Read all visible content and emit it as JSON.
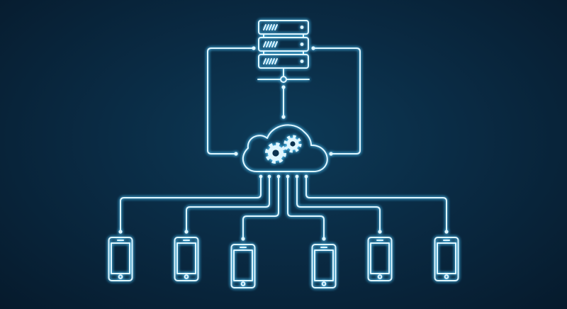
{
  "colors": {
    "background_center": "#0d3a57",
    "background_edge": "#061a2c",
    "line": "#dff6ff",
    "glow": "#4fc3f7"
  },
  "diagram": {
    "server": {
      "icon": "server-rack-icon",
      "units": 3
    },
    "hub": {
      "icon": "network-junction-icon"
    },
    "cloud": {
      "icon": "cloud-gears-icon",
      "gears": 2
    },
    "devices": {
      "icon": "smartphone-icon",
      "count": 6
    }
  }
}
